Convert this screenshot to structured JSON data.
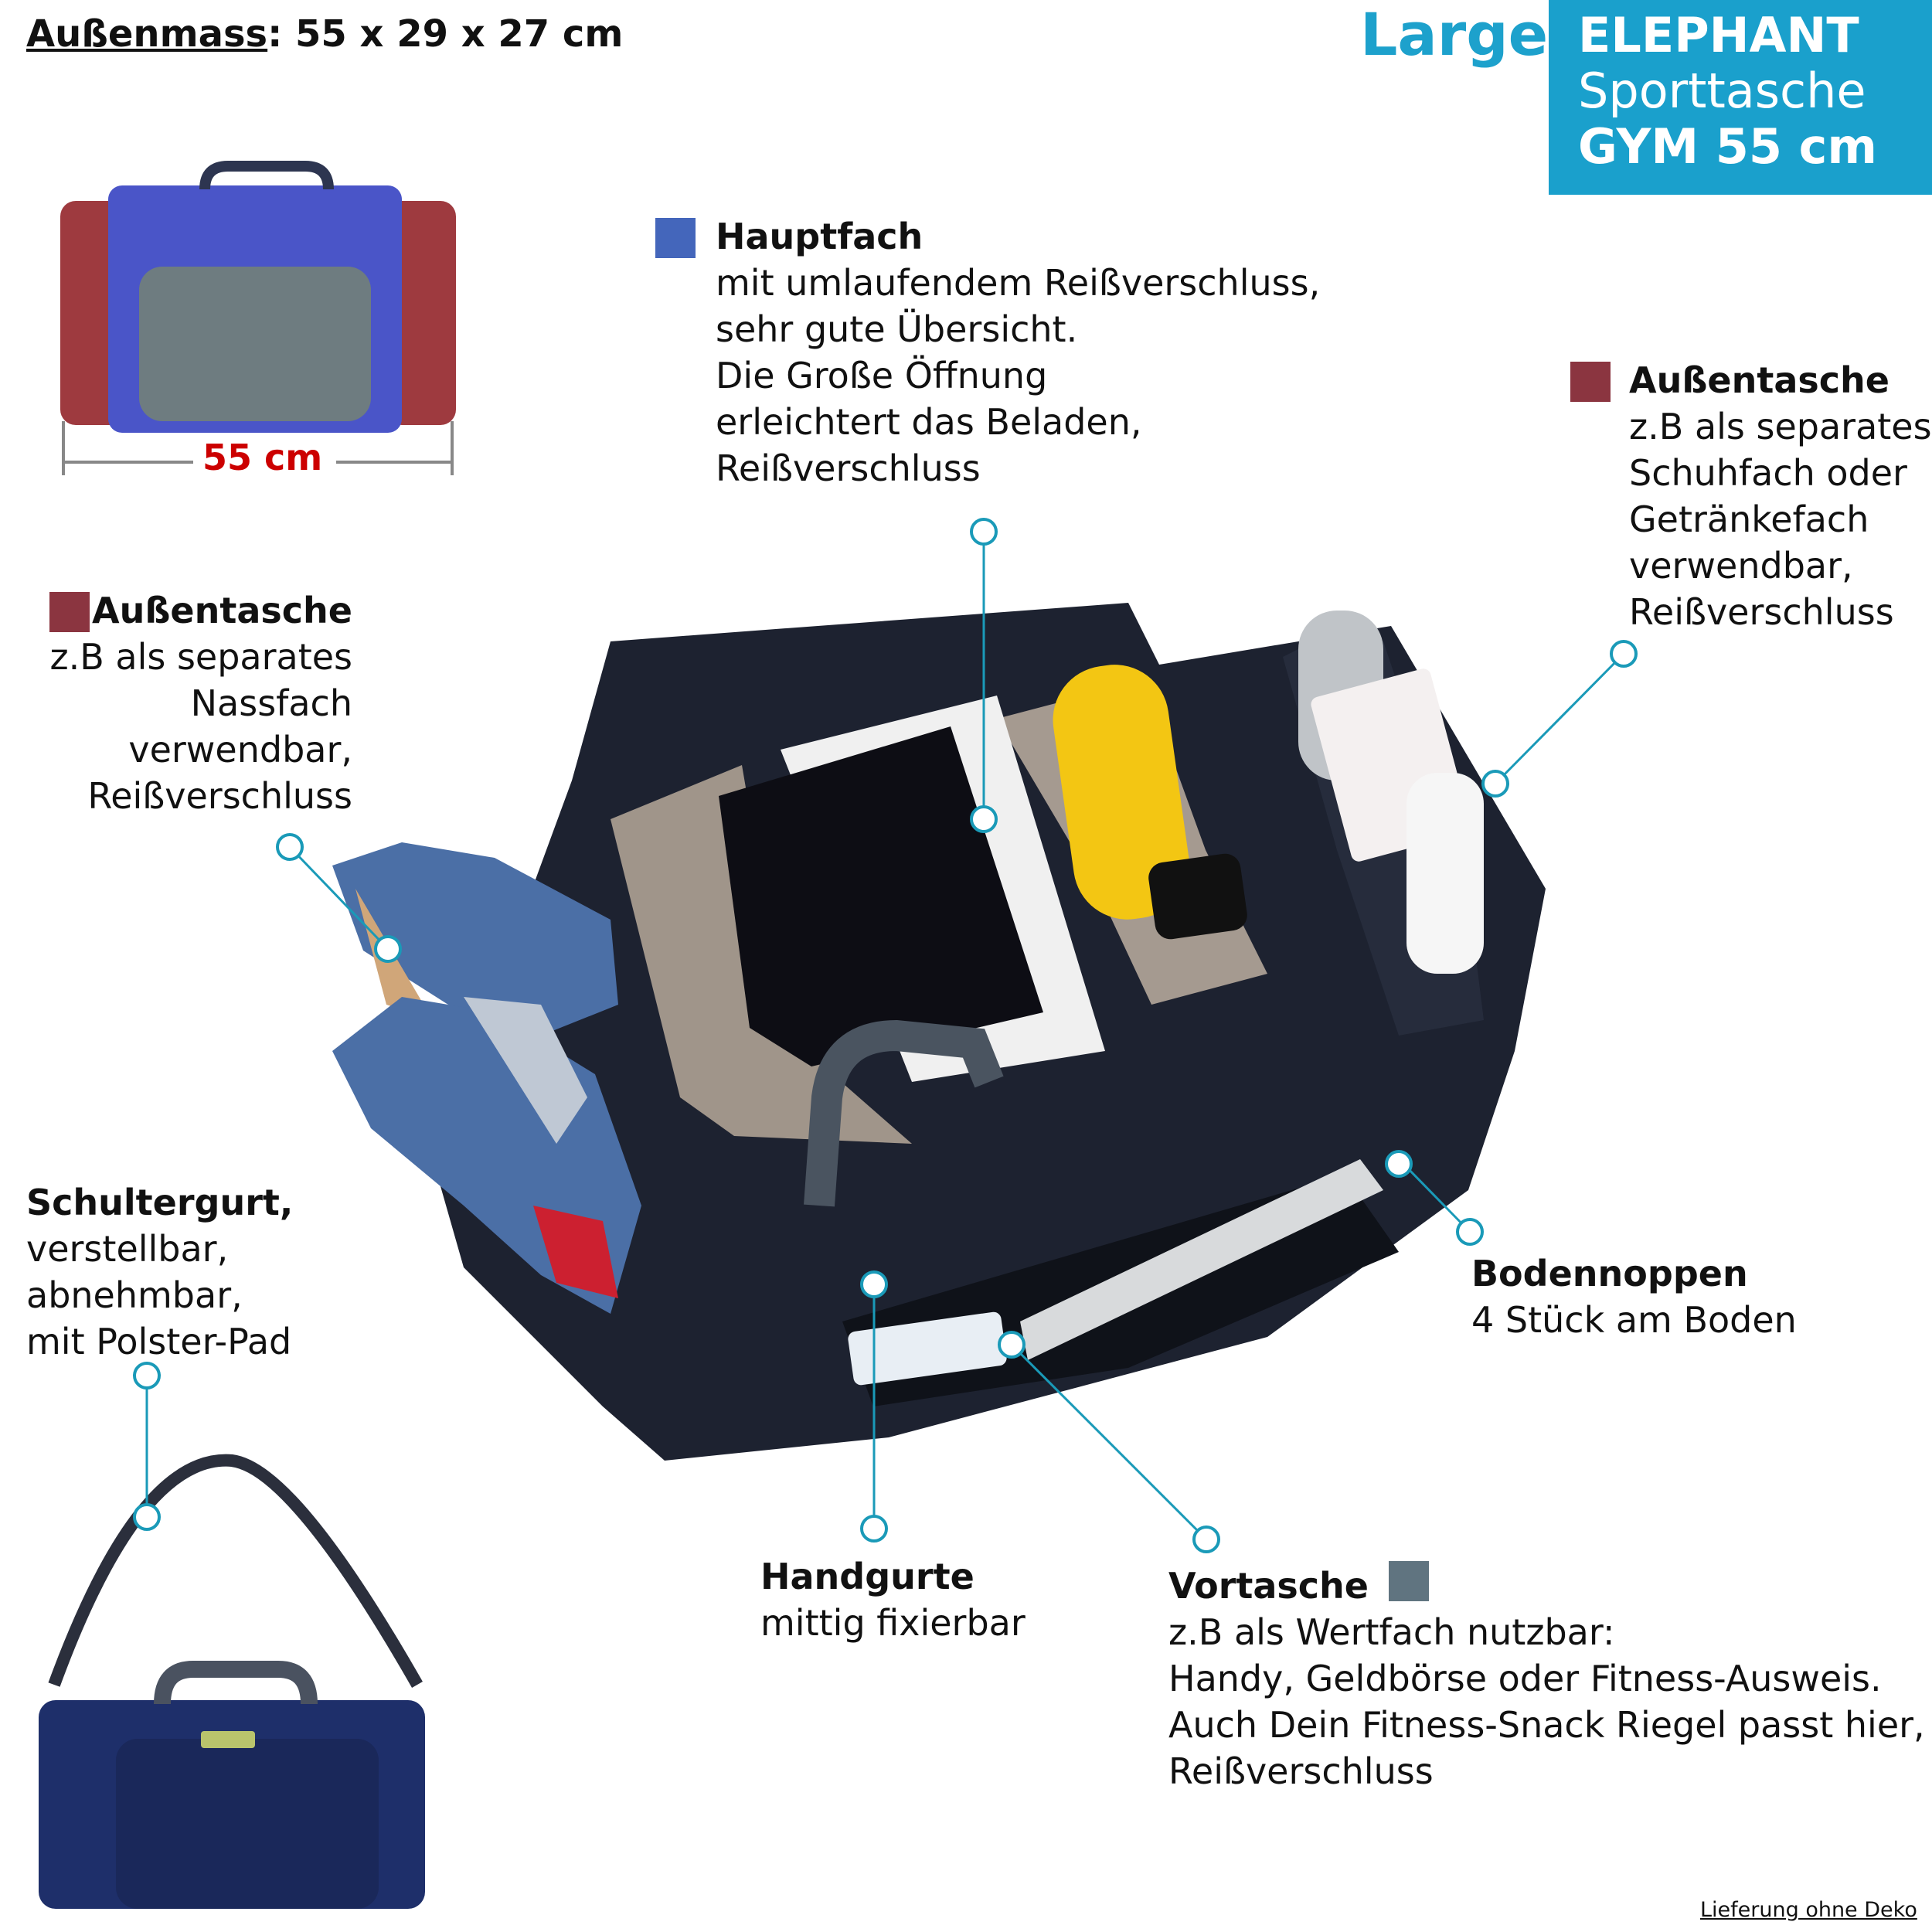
{
  "header": {
    "dims_label": "Außenmass",
    "dims_value": ": 55 x 29 x 27 cm",
    "size": "Large",
    "brand": "ELEPHANT",
    "product": "Sporttasche",
    "model": "GYM 55 cm"
  },
  "width_measure": "55 cm",
  "colors": {
    "accent": "#1aa0cc",
    "main_compartment": "#4466bb",
    "outer_pocket": "#8b3540",
    "front_pocket": "#607480",
    "measure_red": "#cc0000"
  },
  "features": {
    "main": {
      "title": "Hauptfach",
      "lines": [
        "mit umlaufendem Reißverschluss,",
        "sehr gute Übersicht.",
        "Die Große Öffnung",
        "erleichtert das Beladen,",
        "Reißverschluss"
      ]
    },
    "outer_right": {
      "title": "Außentasche",
      "lines": [
        "z.B als separates",
        "Schuhfach oder",
        "Getränkefach",
        "verwendbar,",
        "Reißverschluss"
      ]
    },
    "outer_left": {
      "title": "Außentasche",
      "lines": [
        "z.B als separates",
        "Nassfach",
        "verwendbar,",
        "Reißverschluss"
      ]
    },
    "strap": {
      "title": "Schultergurt,",
      "lines": [
        "verstellbar,",
        "abnehmbar,",
        "mit Polster-Pad"
      ]
    },
    "feet": {
      "title": "Bodennoppen",
      "lines": [
        "4 Stück am Boden"
      ]
    },
    "handles": {
      "title": "Handgurte",
      "lines": [
        "mittig fixierbar"
      ]
    },
    "front": {
      "title": "Vortasche",
      "lines": [
        "z.B als Wertfach nutzbar:",
        "Handy, Geldbörse oder Fitness-Ausweis.",
        "Auch Dein Fitness-Snack Riegel passt hier,",
        "Reißverschluss"
      ]
    }
  },
  "footer_note": "Lieferung ohne Deko"
}
